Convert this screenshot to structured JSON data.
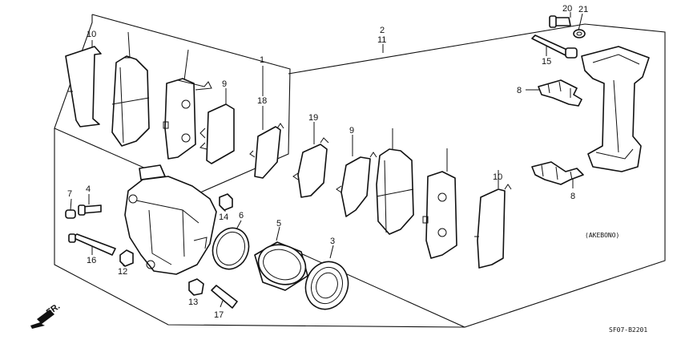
{
  "diagram": {
    "callouts": {
      "c1": "1",
      "c2": "2",
      "c11": "11",
      "c3": "3",
      "c4": "4",
      "c5": "5",
      "c6": "6",
      "c7": "7",
      "c8a": "8",
      "c8b": "8",
      "c9a": "9",
      "c9b": "9",
      "c10a": "10",
      "c10b": "10",
      "c12": "12",
      "c13": "13",
      "c14": "14",
      "c15": "15",
      "c16": "16",
      "c17": "17",
      "c18": "18",
      "c19": "19",
      "c20": "20",
      "c21": "21"
    },
    "variant_note": "(AKEBONO)",
    "direction_label": "FR.",
    "drawing_code": "SF07-B2201"
  }
}
